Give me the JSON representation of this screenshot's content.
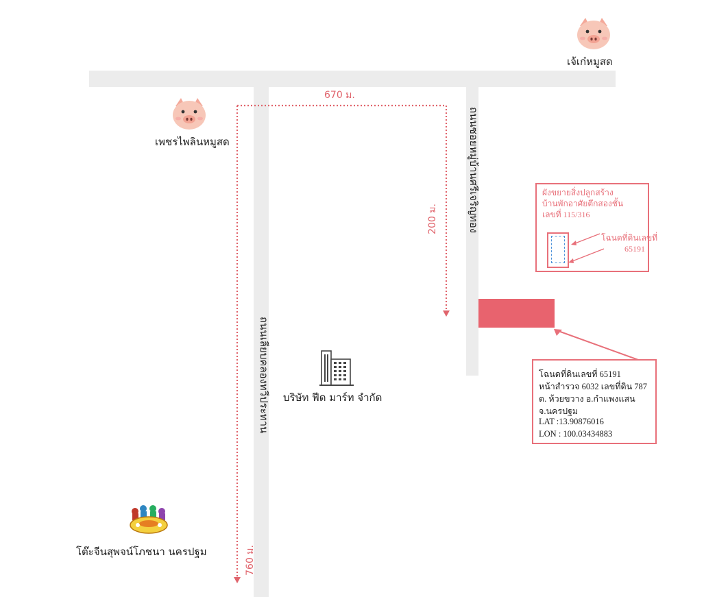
{
  "places": {
    "pig_shop_top": "เจ้เก๋หมูสด",
    "pig_shop_left": "เพชรไพลินหมูสด",
    "company": "บริษัท ฟีด มาร์ท จำกัด",
    "restaurant": "โต๊ะจีนสุพจน์โภชนา นครปฐม"
  },
  "roads": {
    "village_road": "ถนนซอยหมู่บ้านศรีเจริญทอง",
    "canal_road": "ถนนเลียบคลองทวีประทาน"
  },
  "distances": {
    "top": "670 ม.",
    "right": "200 ม.",
    "left": "760 ม."
  },
  "inset": {
    "title_lines": [
      "ผังขยายสิ่งปลูกสร้าง",
      "บ้านพักอาศัยตึกสองชั้น",
      "เลขที่  115/316"
    ],
    "note_lines": [
      "โฉนดที่ดินเลขที่",
      "65191"
    ]
  },
  "info_box": {
    "lines": [
      "โฉนดที่ดินเลขที่  65191",
      " หน้าสำรวจ 6032 เลขที่ดิน 787",
      "ต. ห้วยขวาง อ.กำแพงแสน",
      "จ.นครปฐม",
      "LAT :13.90876016",
      "LON : 100.03434883"
    ]
  },
  "colors": {
    "accent": "#e8636e",
    "road": "#ececec",
    "pig": "#f7c7b8"
  },
  "icons": {
    "pig": "pig-face-icon",
    "building": "office-building-icon",
    "table": "banquet-table-icon"
  }
}
